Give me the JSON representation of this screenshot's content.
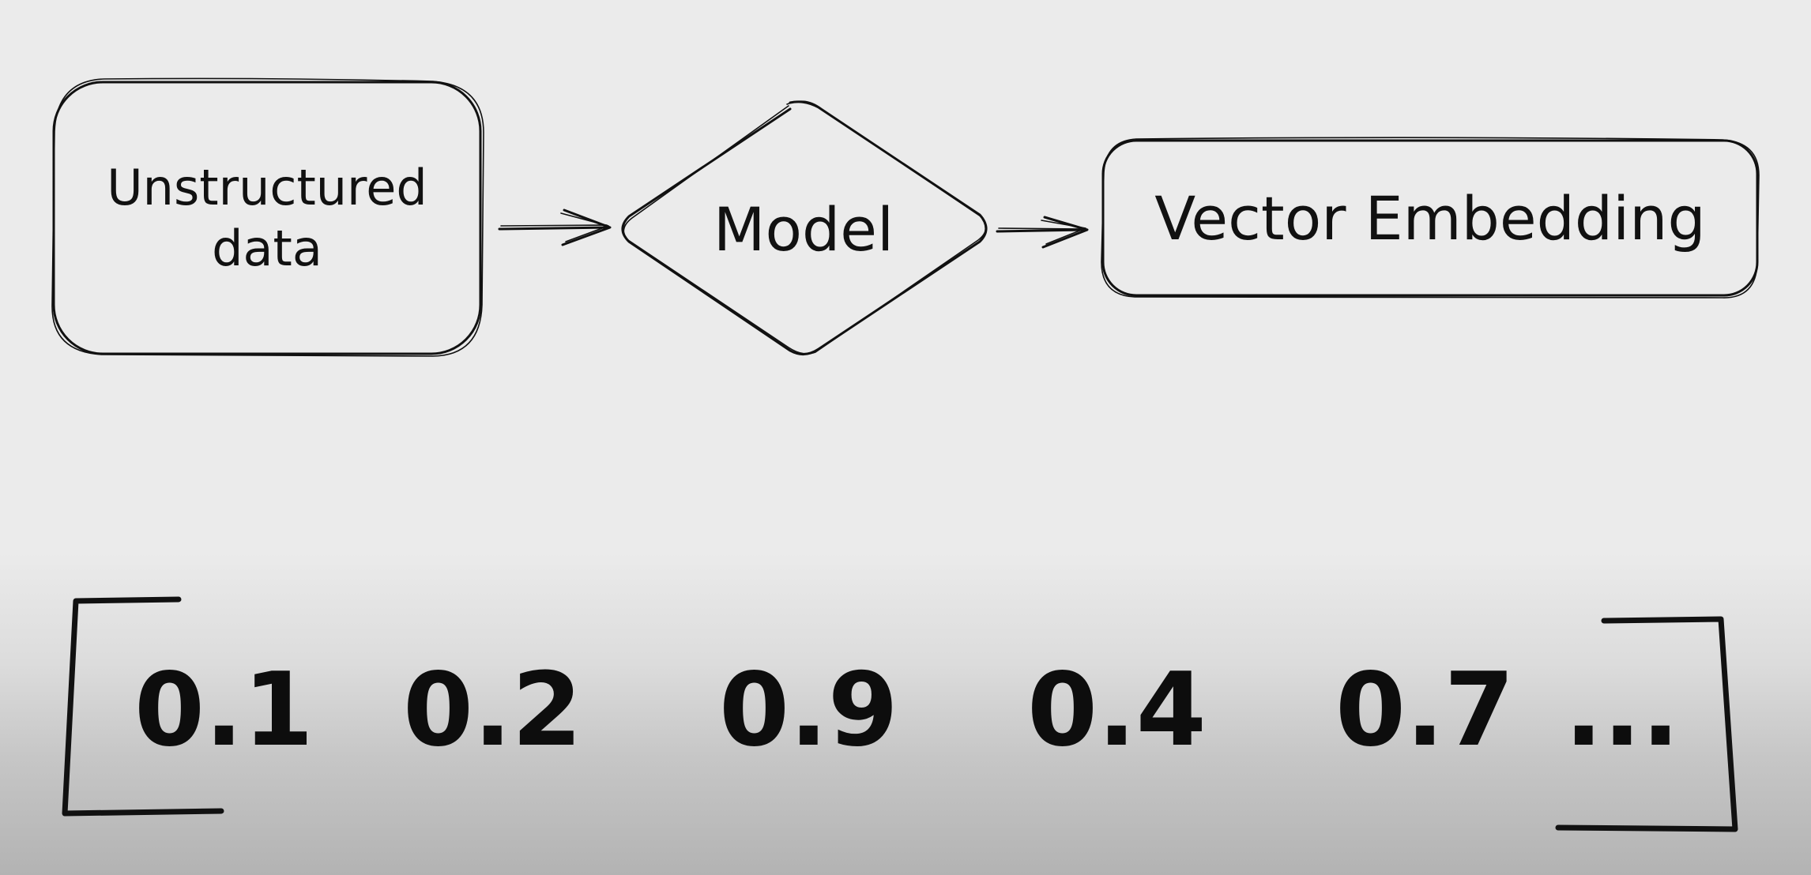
{
  "nodes": {
    "unstructured": "Unstructured\ndata",
    "model": "Model",
    "vector": "Vector Embedding"
  },
  "vector": {
    "values": [
      "0.1",
      "0.2",
      "0.9",
      "0.4",
      "0.7",
      "..."
    ]
  },
  "colors": {
    "stroke": "#111111",
    "background_top": "#ebebeb",
    "background_bottom": "#b3b3b3"
  }
}
